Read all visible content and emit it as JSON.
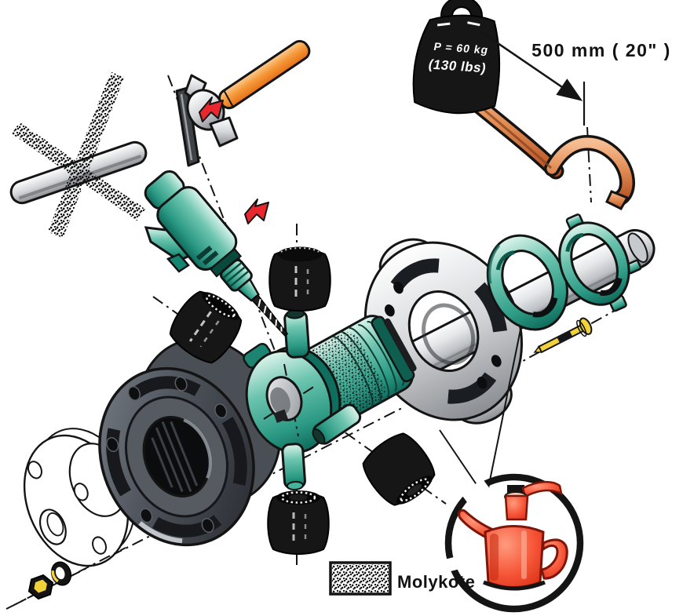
{
  "diagram": {
    "type": "exploded-assembly-technical-illustration",
    "subject": "propeller-shaft universal-joint service diagram",
    "annotations": {
      "dimension": "500 mm ( 20\" )",
      "weight_line1": "P = 60 kg",
      "weight_line2": "(130 lbs)"
    },
    "legend": {
      "label": "Molykote"
    },
    "colors": {
      "teal": "#2C9A84",
      "orange": "#F08A2E",
      "copper": "#D97B43",
      "red": "#E8282E",
      "yellow": "#F2D23B",
      "steel_light": "#D4D6D9",
      "steel_dark": "#3A3E44",
      "ink": "#141414",
      "background": "#FFFFFF"
    },
    "parts": [
      "hammer",
      "drift-punch",
      "prohibited-plain-bar",
      "air-drill",
      "needle-bearing-cup",
      "spider-sliding-sleeve",
      "flange-yoke",
      "centering-yoke",
      "snap-ring",
      "clamp-ring",
      "propeller-shaft",
      "clamp-bolt",
      "companion-flange-outline",
      "hub-nut",
      "lock-washer",
      "hook-wrench",
      "test-weight",
      "oil-can",
      "warning-arrow"
    ]
  }
}
